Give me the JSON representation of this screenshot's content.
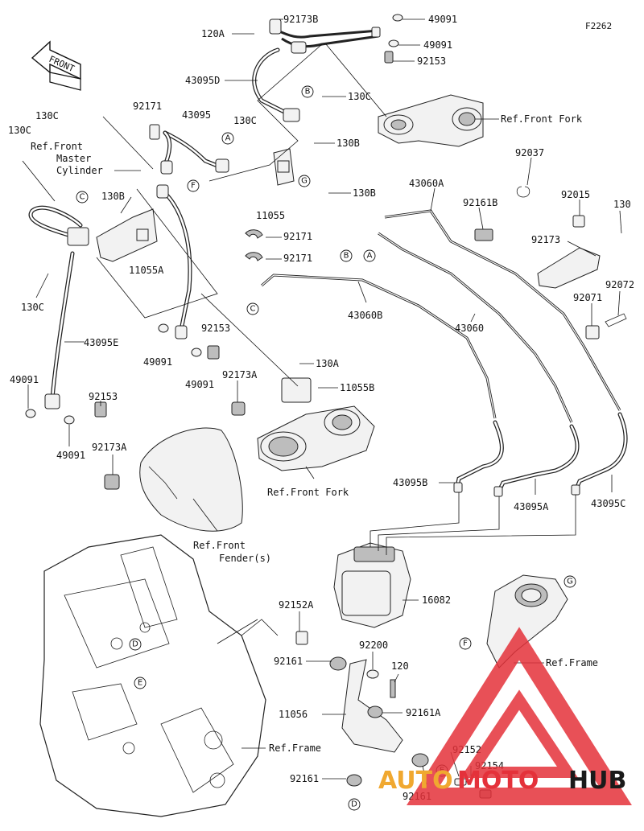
{
  "figure_code": "F2262",
  "front_label": "FRONT",
  "labels": {
    "l120A": "120A",
    "l92173B": "92173B",
    "l49091a": "49091",
    "l49091b": "49091",
    "l92153a": "92153",
    "l43095D": "43095D",
    "l130C_top": "130C",
    "l92171a": "92171",
    "l43095": "43095",
    "l130C_mid": "130C",
    "l130C_left": "130C",
    "l130B_a": "130B",
    "l130B_b": "130B",
    "l130B_c": "130B",
    "l11055": "11055",
    "l11055A": "11055A",
    "l92171b": "92171",
    "l92171c": "92171",
    "l130C_low": "130C",
    "l43095E": "43095E",
    "l49091c": "49091",
    "l49091d": "49091",
    "l49091e": "49091",
    "l49091f": "49091",
    "l92153b": "92153",
    "l92153c": "92153",
    "l92173A_a": "92173A",
    "l92173A_b": "92173A",
    "l43060A": "43060A",
    "l92161B": "92161B",
    "l92037": "92037",
    "l92015": "92015",
    "l130": "130",
    "l92173": "92173",
    "l92072": "92072",
    "l92071": "92071",
    "l43060B": "43060B",
    "l43060": "43060",
    "l130A": "130A",
    "l11055B": "11055B",
    "l43095B": "43095B",
    "l43095A": "43095A",
    "l43095C": "43095C",
    "l16082": "16082",
    "l92152A": "92152A",
    "l92161a": "92161",
    "l92200": "92200",
    "l120": "120",
    "l11056": "11056",
    "l92161A": "92161A",
    "l92161b": "92161",
    "l92161c": "92161",
    "l92152": "92152",
    "l92154": "92154"
  },
  "refs": {
    "front_fork_top": "Ref.Front Fork",
    "front_master_1": "Ref.Front",
    "front_master_2": "Master",
    "front_master_3": "Cylinder",
    "front_fork_mid": "Ref.Front Fork",
    "front_fender_1": "Ref.Front",
    "front_fender_2": "Fender(s)",
    "frame_right": "Ref.Frame",
    "frame_bottom": "Ref.Frame"
  },
  "callouts": {
    "A": "A",
    "B": "B",
    "C": "C",
    "D": "D",
    "E": "E",
    "F": "F",
    "G": "G"
  },
  "watermark": {
    "part1": "AUTO",
    "part2": "MOTO",
    "part3": "HUB"
  }
}
